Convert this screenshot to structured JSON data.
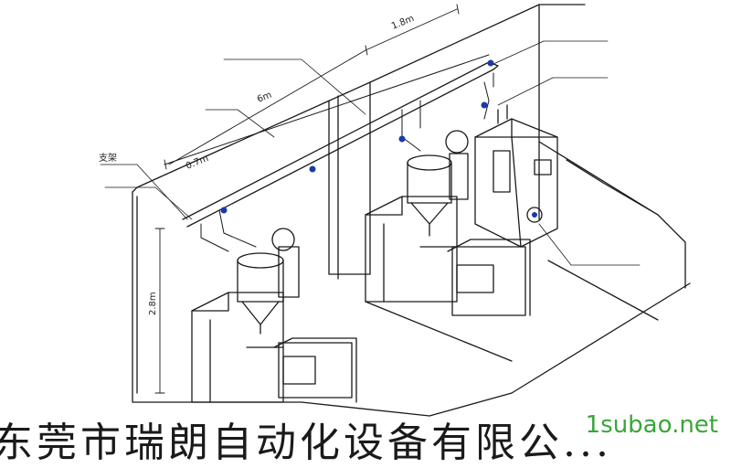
{
  "diagram": {
    "labels": {
      "bracket": "支架",
      "dim_top": "1.8m",
      "dim_mid": "6m",
      "dim_left": "0.7m",
      "dim_height": "2.8m"
    }
  },
  "footer": {
    "company": "东莞市瑞朗自动化设备有限公...",
    "watermark": "1subao.net"
  },
  "colors": {
    "line": "#1a1a1a",
    "node": "#1a3aa8",
    "watermark": "#3aa63a"
  }
}
